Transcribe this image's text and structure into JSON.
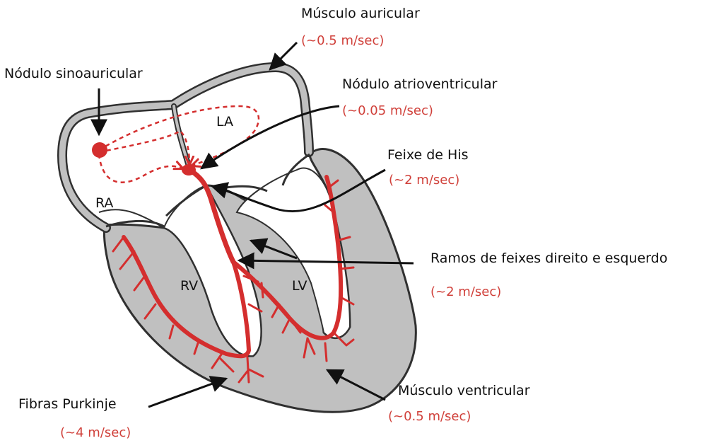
{
  "colors": {
    "conduction": "#d42e2e",
    "muscle": "#c0c0c0",
    "outline": "#303030",
    "speed_text": "#d0403a"
  },
  "chambers": {
    "ra": "RA",
    "la": "LA",
    "rv": "RV",
    "lv": "LV"
  },
  "labels": [
    {
      "id": "atrial-muscle",
      "name": "Músculo auricular",
      "speed": "(~0.5 m/sec)"
    },
    {
      "id": "sa-node",
      "name": "Nódulo sinoauricular",
      "speed": ""
    },
    {
      "id": "av-node",
      "name": "Nódulo atrioventricular",
      "speed": "(~0.05 m/sec)"
    },
    {
      "id": "his-bundle",
      "name": "Feixe de His",
      "speed": "(~2 m/sec)"
    },
    {
      "id": "bundle-branches",
      "name": "Ramos de feixes direito e esquerdo",
      "speed": "(~2 m/sec)"
    },
    {
      "id": "purkinje-fibers",
      "name": "Fibras Purkinje",
      "speed": "(~4 m/sec)"
    },
    {
      "id": "ventricular-muscle",
      "name": "Músculo ventricular",
      "speed": "(~0.5 m/sec)"
    }
  ]
}
